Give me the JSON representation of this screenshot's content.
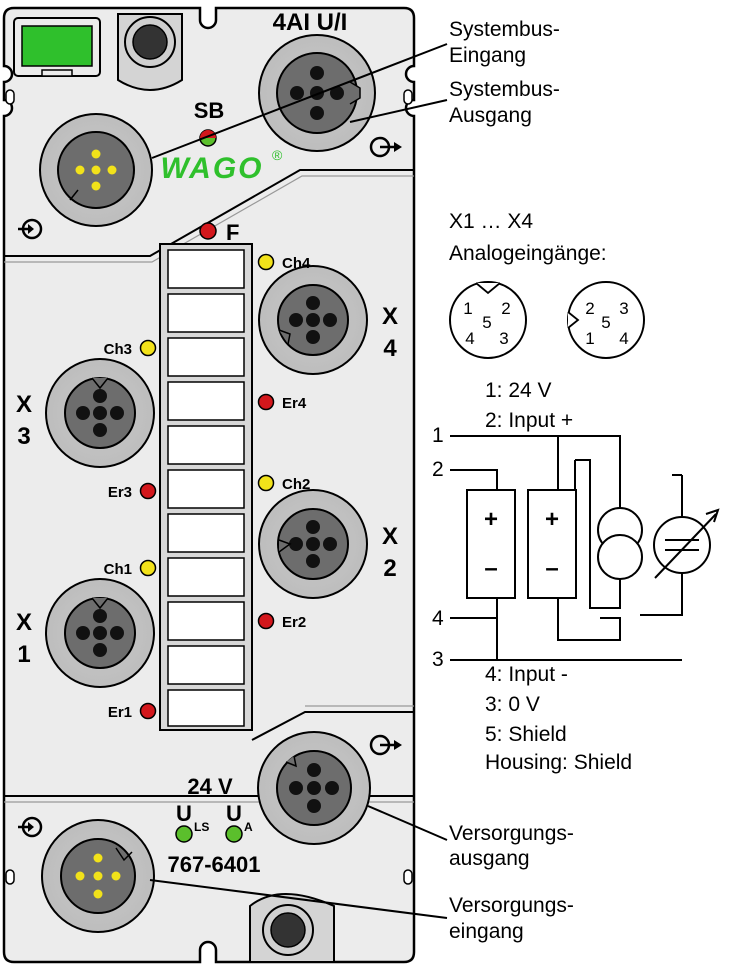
{
  "module": {
    "title": "4AI U/I",
    "sb_label": "SB",
    "brand": "WAGO",
    "registered": "®",
    "fault_label": "F",
    "voltage": "24 V",
    "u_ls": "U",
    "u_ls_sub": "LS",
    "u_a": "U",
    "u_a_sub": "A",
    "part_number": "767-6401",
    "ports": [
      {
        "letter": "X",
        "number": "1"
      },
      {
        "letter": "X",
        "number": "2"
      },
      {
        "letter": "X",
        "number": "3"
      },
      {
        "letter": "X",
        "number": "4"
      }
    ],
    "channel_leds": [
      "Ch1",
      "Ch2",
      "Ch3",
      "Ch4"
    ],
    "error_leds": [
      "Er1",
      "Er2",
      "Er3",
      "Er4"
    ],
    "led_colors": {
      "yellow": "#f2e21a",
      "red": "#d3171c",
      "green": "#5bbf2c",
      "status_green": "#38b000"
    }
  },
  "callouts": {
    "sysbus_in_1": "Systembus-",
    "sysbus_in_2": "Eingang",
    "sysbus_out_1": "Systembus-",
    "sysbus_out_2": "Ausgang",
    "supply_out_1": "Versorgungs-",
    "supply_out_2": "ausgang",
    "supply_in_1": "Versorgungs-",
    "supply_in_2": "eingang"
  },
  "pinout": {
    "heading_1": "X1 … X4",
    "heading_2": "Analogeingänge:",
    "left_pins": [
      "1",
      "2",
      "5",
      "4",
      "3"
    ],
    "right_pins": [
      "2",
      "3",
      "5",
      "1",
      "4"
    ],
    "wire_numbers": [
      "1",
      "2",
      "4",
      "3"
    ],
    "legend": [
      "1: 24 V",
      "2: Input +",
      "4: Input -",
      "3: 0 V",
      "5: Shield",
      "Housing: Shield"
    ],
    "plus": "+",
    "minus": "–"
  }
}
